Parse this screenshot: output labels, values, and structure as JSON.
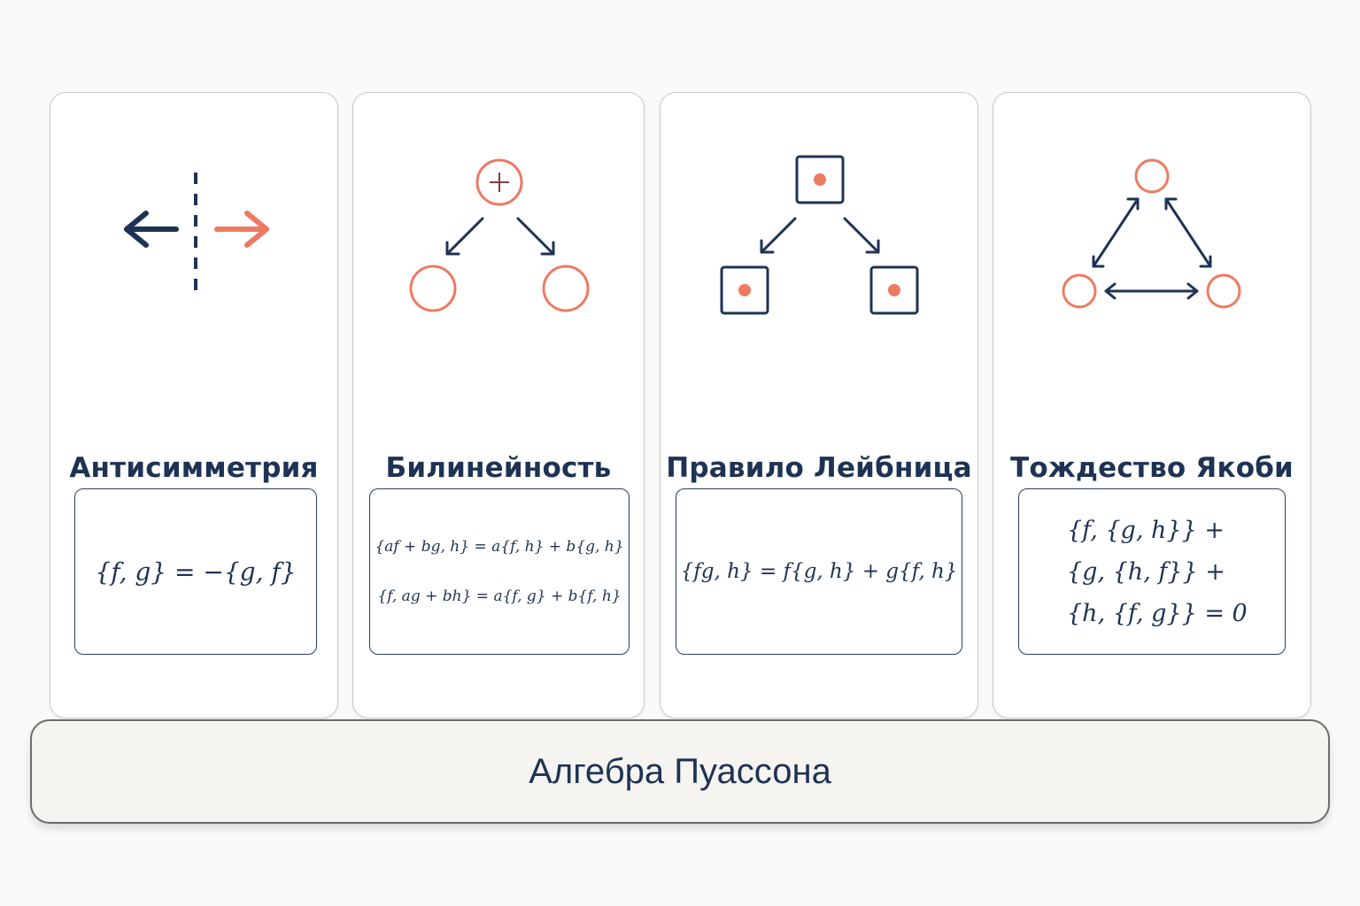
{
  "cards": [
    {
      "title": "Антисимметрия",
      "icon": "mirror-arrows-icon",
      "formulas": [
        "{f, g} = −{g, f}"
      ]
    },
    {
      "title": "Билинейность",
      "icon": "plus-tree-icon",
      "formulas": [
        "{af + bg, h} = a{f, h} + b{g, h}",
        "{f, ag + bh} = a{f, g} + b{f, h}"
      ]
    },
    {
      "title": "Правило Лейбница",
      "icon": "product-tree-icon",
      "formulas": [
        "{fg, h} = f{g, h} + g{f, h}"
      ]
    },
    {
      "title": "Тождество Якоби",
      "icon": "cyclic-triangle-icon",
      "formulas": [
        "{f, {g, h}} +",
        "{g, {h, f}} +",
        "{h, {f, g}} = 0"
      ]
    }
  ],
  "base_title": "Алгебра Пуассона",
  "colors": {
    "navy": "#1e3354",
    "coral": "#ee7a62",
    "card_border": "#c9c9c9"
  }
}
